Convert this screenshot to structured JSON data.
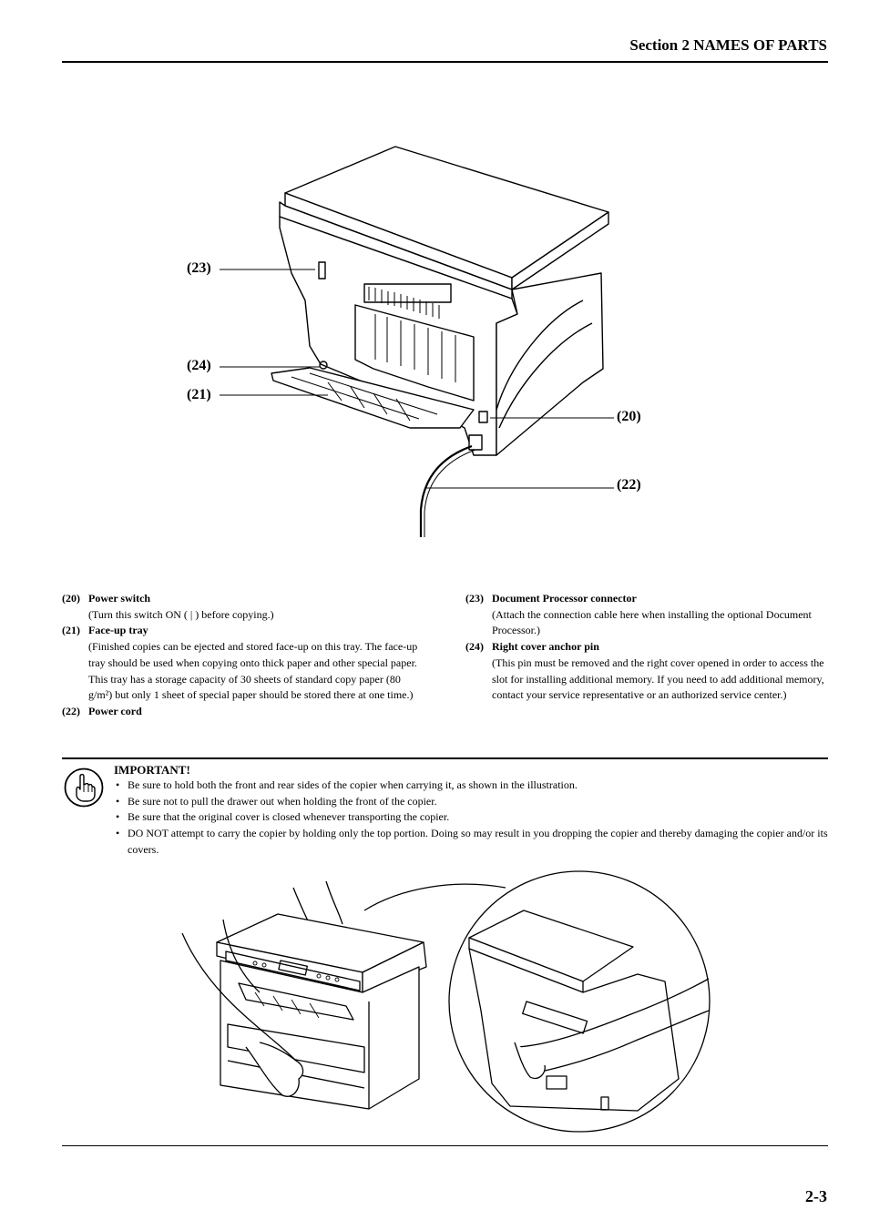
{
  "header": {
    "title": "Section 2  NAMES OF PARTS"
  },
  "figure_top": {
    "callouts": {
      "c20": "(20)",
      "c21": "(21)",
      "c22": "(22)",
      "c23": "(23)",
      "c24": "(24)"
    }
  },
  "parts_left": [
    {
      "num": "(20)",
      "name": "Power switch",
      "desc": "(Turn this switch ON ( | ) before copying.)"
    },
    {
      "num": "(21)",
      "name": "Face-up tray",
      "desc": "(Finished copies can be ejected and stored face-up on this tray. The face-up tray should be used when copying onto thick paper and other special paper. This tray has a storage capacity of 30 sheets of standard copy paper (80 g/m²) but only 1 sheet of special paper should be stored there at one time.)"
    },
    {
      "num": "(22)",
      "name": "Power cord",
      "desc": ""
    }
  ],
  "parts_right": [
    {
      "num": "(23)",
      "name": "Document Processor connector",
      "desc": "(Attach the connection cable here when installing the optional Document Processor.)"
    },
    {
      "num": "(24)",
      "name": "Right cover anchor pin",
      "desc": "(This pin must be removed and the right cover opened in order to access the slot for installing additional memory. If you need to add additional memory, contact your service representative or an authorized service center.)"
    }
  ],
  "important": {
    "icon": "pointing-hand-icon",
    "title": "IMPORTANT!",
    "items": [
      "Be sure to hold both the front and rear sides of the copier when carrying it, as shown in the illustration.",
      "Be sure not to pull the drawer out when holding the front of the copier.",
      "Be sure that the original cover is closed whenever transporting the copier.",
      "DO NOT attempt to carry the copier by holding only the top portion. Doing so may result in you dropping the copier and thereby damaging the copier and/or its covers."
    ]
  },
  "footer": {
    "page_number": "2-3"
  }
}
